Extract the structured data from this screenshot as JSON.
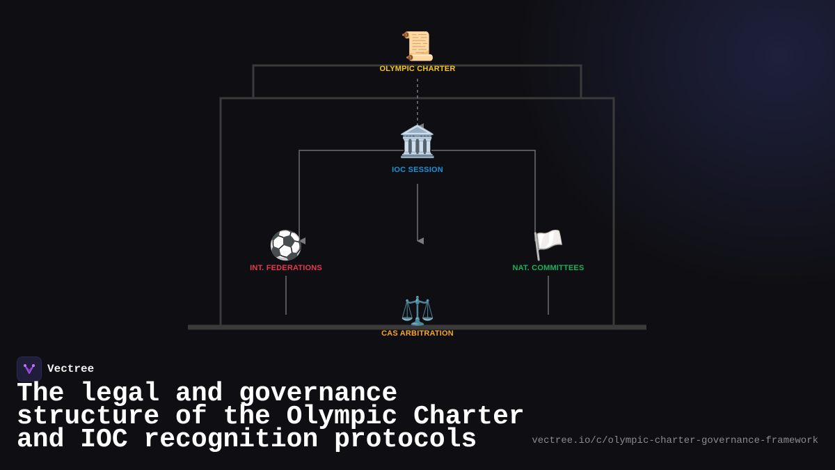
{
  "diagram": {
    "nodes": {
      "charter": {
        "icon": "📜",
        "icon_name": "scroll-icon",
        "label": "OLYMPIC CHARTER",
        "color": "#f5c518"
      },
      "ioc": {
        "icon": "🏛️",
        "icon_name": "classical-building-icon",
        "label": "IOC SESSION",
        "color": "#1f8fd6"
      },
      "federations": {
        "icon": "⚽",
        "icon_name": "soccer-ball-icon",
        "label": "INT. FEDERATIONS",
        "color": "#e53950"
      },
      "committees": {
        "icon": "🏳️",
        "icon_name": "white-flag-icon",
        "label": "NAT. COMMITTEES",
        "color": "#1db05a"
      },
      "cas": {
        "icon": "⚖️",
        "icon_name": "balance-scale-icon",
        "label": "CAS ARBITRATION",
        "color": "#f5a524"
      }
    }
  },
  "brand": {
    "name": "Vectree",
    "logo_icon": "vectree-logo-icon"
  },
  "title": "The legal and governance structure of the Olympic Charter and IOC recognition protocols",
  "url": "vectree.io/c/olympic-charter-governance-framework"
}
